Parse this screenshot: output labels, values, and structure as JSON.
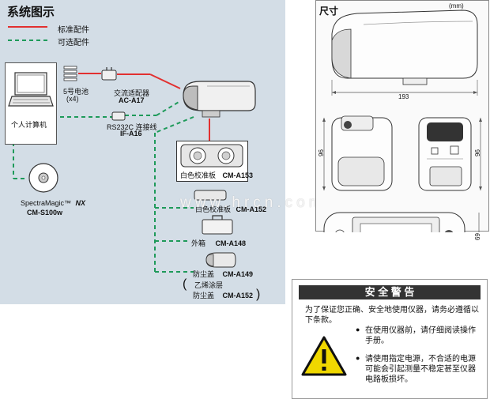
{
  "system_diagram": {
    "title": "系统图示",
    "legend": {
      "standard": "标准配件",
      "optional": "可选配件"
    },
    "colors": {
      "standard": "#e23030",
      "optional": "#1e9a5a",
      "panel": "#d3dde6"
    },
    "pc_label": "个人计算机",
    "battery": {
      "name": "5号电池",
      "qty": "(x4)"
    },
    "ac_adapter": {
      "name": "交流适配器",
      "model": "AC-A17"
    },
    "cable": {
      "name": "RS232C 连接线",
      "model": "IF-A16"
    },
    "software": {
      "name": "SpectraMagic™",
      "name_em": "NX",
      "model": "CM-S100w"
    },
    "white_plate": {
      "name": "白色校准板",
      "model": "CM-A153"
    },
    "accessory_2": {
      "name": "白色校准板",
      "model": "CM-A152"
    },
    "case": {
      "name": "外箱",
      "model": "CM-A148"
    },
    "dust_cover": {
      "name": "防尘盖",
      "model": "CM-A149"
    },
    "dust_cover_pe": {
      "line1": "乙烯涂层",
      "line2": "防尘盖",
      "model": "CM-A152"
    }
  },
  "watermark": "www.hrcn.com",
  "dimensions": {
    "title": "尺寸",
    "unit": "(mm)",
    "length": "193",
    "height": "96",
    "width": "69"
  },
  "safety": {
    "header": "安 全 警 告",
    "intro": "为了保证您正确、安全地使用仪器，请务必遵循以下条款。",
    "items": [
      "在使用仪器前，请仔细阅读操作手册。",
      "请使用指定电源，不合适的电源可能会引起测量不稳定甚至仪器电路板损坏。"
    ]
  }
}
